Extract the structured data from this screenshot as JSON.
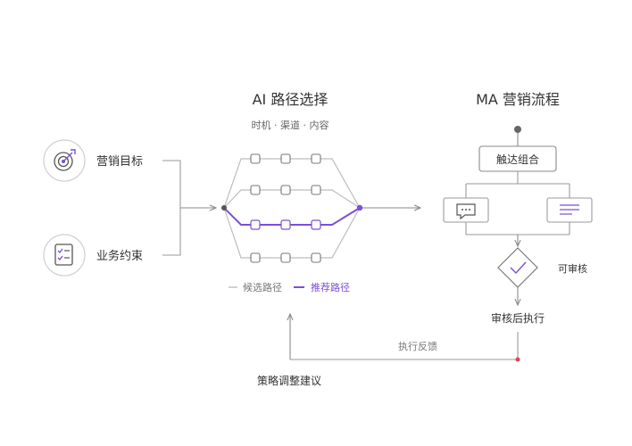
{
  "ai_section": {
    "title": "AI 路径选择",
    "subtitle": "时机 ·  渠道 ·  内容",
    "legend": {
      "candidate": "候选路径",
      "recommended": "推荐路径"
    }
  },
  "inputs": {
    "goal": "营销目标",
    "constraint": "业务约束"
  },
  "ma_section": {
    "title": "MA 营销流程",
    "touch_combo": "触达组合",
    "review": "可审核",
    "execute_after_review": "审核后执行"
  },
  "feedback": {
    "exec_feedback": "执行反馈",
    "strategy_advice": "策略调整建议"
  },
  "colors": {
    "accent": "#7b4fd6",
    "line": "#9a9a9a",
    "light_line": "#bdbdbd",
    "feedback_dot": "#e0435b",
    "text": "#333333"
  },
  "icons": {
    "goal": "target-icon",
    "constraint": "checklist-icon",
    "chat": "chat-bubble-icon",
    "document": "document-lines-icon",
    "review": "check-diamond-icon"
  }
}
